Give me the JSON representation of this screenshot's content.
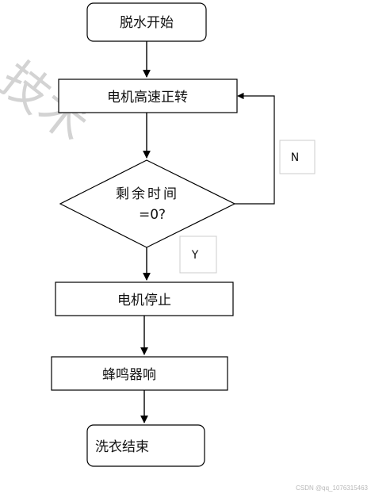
{
  "flowchart": {
    "start": "脱水开始",
    "motor_high_speed": "电机高速正转",
    "decision_line1": "剩余时间",
    "decision_line2": "=0?",
    "motor_stop": "电机停止",
    "buzzer": "蜂鸣器响",
    "end": "洗衣结束",
    "label_no": "N",
    "label_yes": "Y"
  },
  "watermark": {
    "text": "技术"
  },
  "footer": {
    "credit": "CSDN @qq_1076315463"
  },
  "colors": {
    "stroke": "#000000",
    "label_box": "#cccccc",
    "watermark": "#cfcfcf",
    "footer": "#b8b8b8"
  }
}
